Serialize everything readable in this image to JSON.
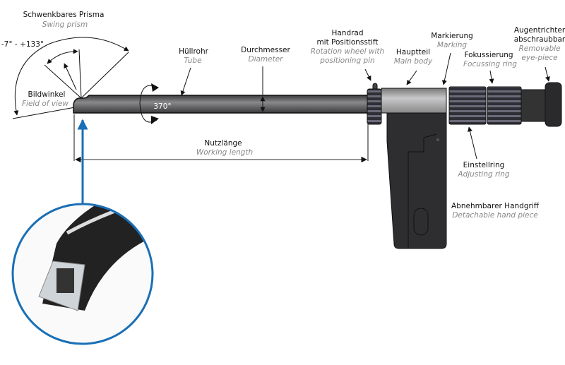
{
  "title": "Swing prism endoscope diagram",
  "colors": {
    "accent": "#1a6fb5",
    "tube": "#5a5a5c",
    "body": "#2e2e30",
    "main_body": "#a9a9ab"
  },
  "labels": {
    "swing_prism": {
      "de": "Schwenkbares Prisma",
      "en": "Swing prism"
    },
    "swing_range": "-7° - +133°",
    "field_of_view": {
      "de": "Bildwinkel",
      "en": "Field of view"
    },
    "tube": {
      "de": "Hüllrohr",
      "en": "Tube"
    },
    "diameter": {
      "de": "Durchmesser",
      "en": "Diameter"
    },
    "rotation": "370°",
    "working_length": {
      "de": "Nutzlänge",
      "en": "Working length"
    },
    "rotation_wheel": {
      "de1": "Handrad",
      "de2": "mit Positionsstift",
      "en1": "Rotation wheel with",
      "en2": "positioning pin"
    },
    "main_body": {
      "de": "Hauptteil",
      "en": "Main body"
    },
    "marking": {
      "de": "Markierung",
      "en": "Marking"
    },
    "focussing_ring": {
      "de": "Fokussierung",
      "en": "Focussing ring"
    },
    "eye_piece": {
      "de1": "Augentrichter",
      "de2": "abschraubbar",
      "en1": "Removable",
      "en2": "eye-piece"
    },
    "adjusting_ring": {
      "de": "Einstellring",
      "en": "Adjusting ring"
    },
    "hand_piece": {
      "de": "Abnehmbarer Handgriff",
      "en": "Detachable hand piece"
    }
  }
}
